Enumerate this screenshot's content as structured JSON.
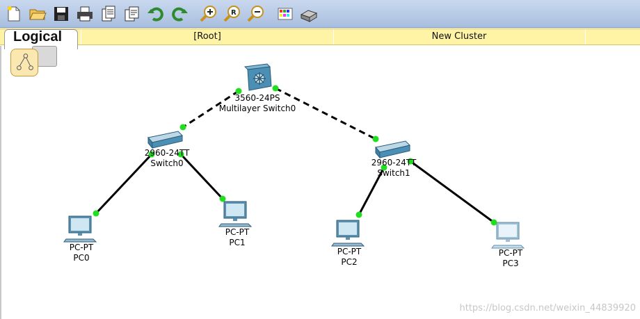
{
  "toolbar": {
    "icons": [
      "new-file-icon",
      "open-folder-icon",
      "save-icon",
      "print-icon",
      "activity-wizard-icon",
      "copy-icon",
      "undo-icon",
      "redo-icon",
      "zoom-in-icon",
      "zoom-reset-icon",
      "zoom-out-icon",
      "palette-icon",
      "custom-device-icon"
    ]
  },
  "workspace": {
    "tab_label": "Logical",
    "root_label": "[Root]",
    "cluster_label": "New Cluster"
  },
  "devices": [
    {
      "model": "3560-24PS",
      "name": "Multilayer Switch0"
    },
    {
      "model": "2960-24TT",
      "name": "Switch0"
    },
    {
      "model": "2960-24TT",
      "name": "Switch1"
    },
    {
      "model": "PC-PT",
      "name": "PC0"
    },
    {
      "model": "PC-PT",
      "name": "PC1"
    },
    {
      "model": "PC-PT",
      "name": "PC2"
    },
    {
      "model": "PC-PT",
      "name": "PC3"
    }
  ],
  "colors": {
    "link_up": "#22dd22",
    "link_line": "#000000",
    "toolbar_bg": "#b9cce8",
    "bar_bg": "#fff3a6"
  },
  "watermark": "https://blog.csdn.net/weixin_44839920"
}
